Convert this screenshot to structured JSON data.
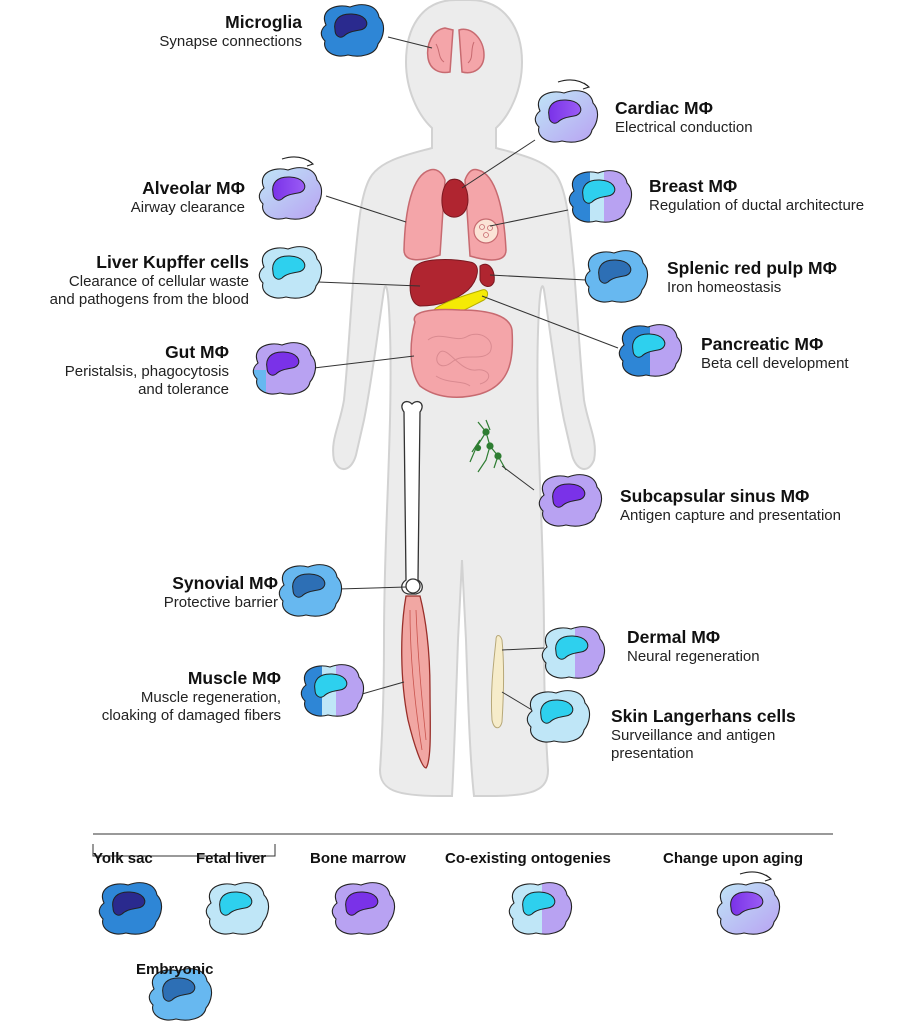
{
  "colors": {
    "yolk_sac": "#2e86d6",
    "yolk_sac_nucleus": "#2a2a8e",
    "fetal_liver": "#bfe6f7",
    "fetal_liver_nucleus": "#2ed0ee",
    "bone_marrow": "#b8a2f2",
    "bone_marrow_nucleus": "#7a32e8",
    "embryonic": "#67b8f0",
    "embryonic_nucleus": "#2d6fb5",
    "body": "#ececec",
    "organ_pink": "#f4a5a9",
    "liver_red": "#b02530",
    "pancreas_yellow": "#f5ea05",
    "lymph_green": "#2e7d32",
    "skin_cream": "#f6ecca"
  },
  "cells": [
    {
      "title": "Microglia",
      "desc": [
        "Synapse connections"
      ],
      "type": "yolk"
    },
    {
      "title": "Cardiac MΦ",
      "desc": [
        "Electrical conduction"
      ],
      "type": "aging"
    },
    {
      "title": "Alveolar MΦ",
      "desc": [
        "Airway clearance"
      ],
      "type": "aging"
    },
    {
      "title": "Breast MΦ",
      "desc": [
        "Regulation of ductal architecture"
      ],
      "type": "coexist3"
    },
    {
      "title": "Liver Kupffer cells",
      "desc": [
        "Clearance of cellular waste",
        "and pathogens from the blood"
      ],
      "type": "fetal"
    },
    {
      "title": "Splenic red pulp MΦ",
      "desc": [
        "Iron homeostasis"
      ],
      "type": "embryonic"
    },
    {
      "title": "Gut MΦ",
      "desc": [
        "Peristalsis, phagocytosis",
        "and tolerance"
      ],
      "type": "gut"
    },
    {
      "title": "Pancreatic MΦ",
      "desc": [
        "Beta cell development"
      ],
      "type": "pancreatic"
    },
    {
      "title": "Subcapsular sinus MΦ",
      "desc": [
        "Antigen capture and presentation"
      ],
      "type": "marrow"
    },
    {
      "title": "Synovial MΦ",
      "desc": [
        "Protective barrier"
      ],
      "type": "embryonic"
    },
    {
      "title": "Dermal MΦ",
      "desc": [
        "Neural regeneration"
      ],
      "type": "coexist"
    },
    {
      "title": "Muscle MΦ",
      "desc": [
        "Muscle regeneration,",
        "cloaking of damaged fibers"
      ],
      "type": "coexist3"
    },
    {
      "title": "Skin Langerhans cells",
      "desc": [
        "Surveillance and antigen",
        "presentation"
      ],
      "type": "fetal"
    }
  ],
  "legend": {
    "items": [
      {
        "label": "Yolk sac",
        "type": "yolk"
      },
      {
        "label": "Fetal liver",
        "type": "fetal"
      },
      {
        "label": "Bone marrow",
        "type": "marrow"
      },
      {
        "label": "Co-existing ontogenies",
        "type": "coexist"
      },
      {
        "label": "Change upon aging",
        "type": "aging"
      }
    ],
    "group_label": "Embryonic",
    "group_type": "embryonic"
  }
}
